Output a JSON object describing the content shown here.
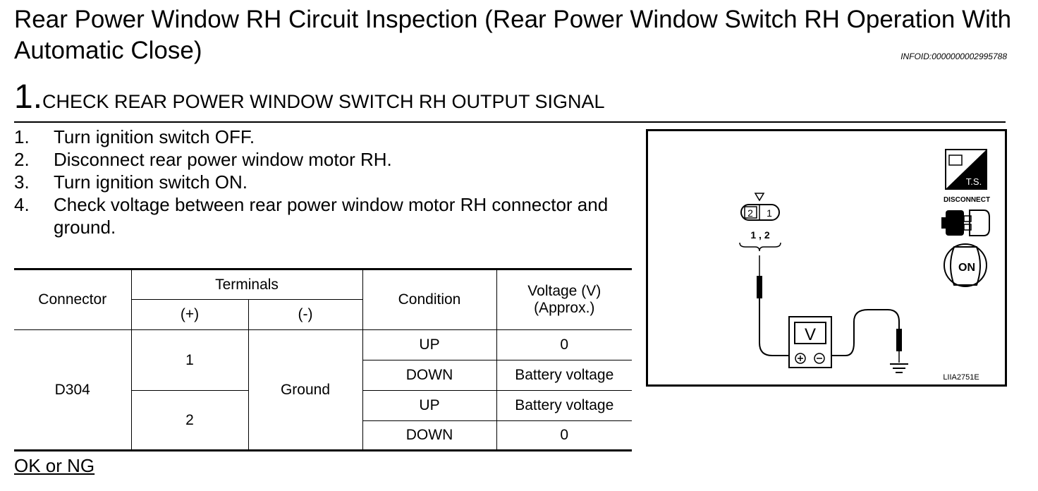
{
  "title": "Rear Power Window RH Circuit Inspection (Rear Power Window Switch RH Operation With Automatic Close)",
  "info_id": "INFOID:0000000002995788",
  "step": {
    "number": "1.",
    "heading": "CHECK REAR POWER WINDOW SWITCH RH OUTPUT SIGNAL"
  },
  "instructions": [
    {
      "n": "1.",
      "text": "Turn ignition switch OFF."
    },
    {
      "n": "2.",
      "text": "Disconnect rear power window motor RH."
    },
    {
      "n": "3.",
      "text": "Turn ignition switch ON."
    },
    {
      "n": "4.",
      "text": "Check voltage between rear power window motor RH connector and ground."
    }
  ],
  "table": {
    "headers": {
      "connector": "Connector",
      "terminals": "Terminals",
      "plus": "(+)",
      "minus": "(-)",
      "condition": "Condition",
      "voltage": "Voltage (V)",
      "voltage_sub": "(Approx.)"
    },
    "connector": "D304",
    "ground": "Ground",
    "rows": [
      {
        "terminal": "1",
        "condition": "UP",
        "voltage": "0"
      },
      {
        "terminal": "1",
        "condition": "DOWN",
        "voltage": "Battery voltage"
      },
      {
        "terminal": "2",
        "condition": "UP",
        "voltage": "Battery voltage"
      },
      {
        "terminal": "2",
        "condition": "DOWN",
        "voltage": "0"
      }
    ]
  },
  "ok_ng": "OK or NG",
  "diagram": {
    "connector_pins": [
      "2",
      "1"
    ],
    "connector_label": "1 , 2",
    "meter": "V",
    "ts_label": "T.S.",
    "disconnect_label": "DISCONNECT",
    "on_label": "ON",
    "figure_id": "LIIA2751E"
  }
}
